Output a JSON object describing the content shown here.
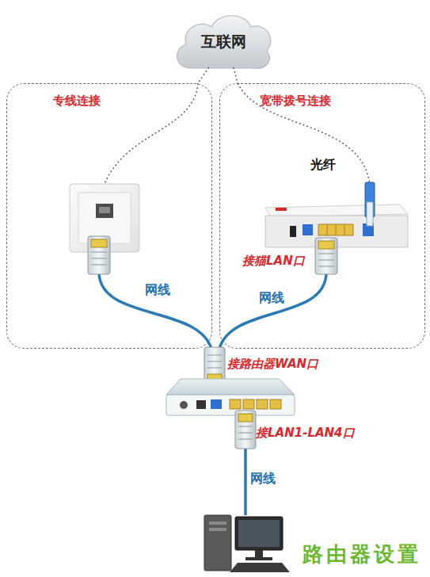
{
  "diagram": {
    "nodes": [
      {
        "text": [
          "互联网"
        ]
      },
      {
        "text": [
          "专线连接"
        ]
      },
      {
        "text": [
          "宽带拨号连接"
        ]
      }
    ],
    "edges": [
      {
        "from": 0,
        "to": 1,
        "arrow": "none"
      },
      {
        "from": 0,
        "to": 2,
        "arrow": "none"
      }
    ],
    "labels": [
      "光纤",
      "接猫LAN口",
      "网线",
      "网线",
      "接路由器WAN口",
      "接LAN1-LAN4口",
      "网线",
      "路由器设置"
    ]
  }
}
